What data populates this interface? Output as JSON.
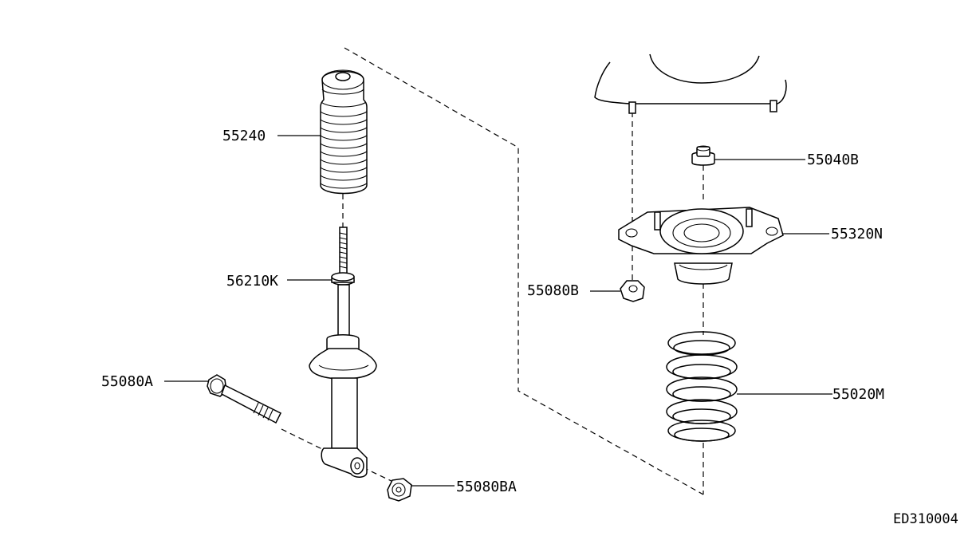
{
  "diagram": {
    "reference_code": "ED310004",
    "parts": [
      {
        "id": "bound-bumper",
        "label": "55240"
      },
      {
        "id": "strut-kit",
        "label": "56210K"
      },
      {
        "id": "lower-bolt",
        "label": "55080A"
      },
      {
        "id": "lower-nut",
        "label": "55080BA"
      },
      {
        "id": "upper-nut",
        "label": "55040B"
      },
      {
        "id": "mount-insulator",
        "label": "55320N"
      },
      {
        "id": "mount-nut",
        "label": "55080B"
      },
      {
        "id": "coil-spring",
        "label": "55020M"
      }
    ]
  }
}
